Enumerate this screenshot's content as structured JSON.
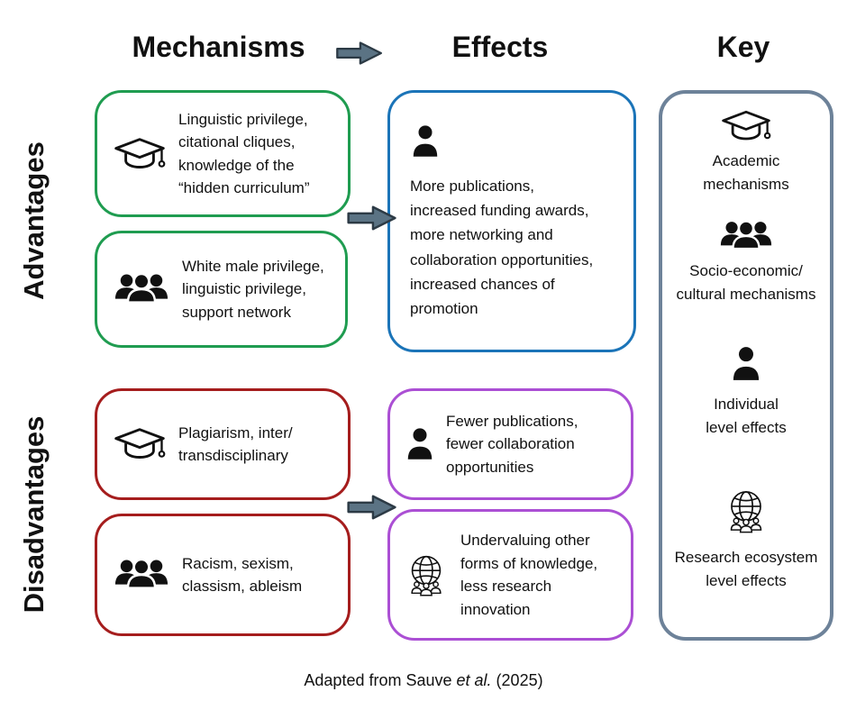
{
  "headers": {
    "mechanisms": "Mechanisms",
    "effects": "Effects",
    "key": "Key"
  },
  "row_labels": {
    "advantages": "Advantages",
    "disadvantages": "Disadvantages"
  },
  "advantages": {
    "mechanisms": [
      {
        "icon": "graduation-cap",
        "text": "Linguistic privilege,\ncitational cliques,\nknowledge of the\n“hidden curriculum”"
      },
      {
        "icon": "people-group",
        "text": "White male privilege,\nlinguistic privilege,\nsupport network"
      }
    ],
    "effects": [
      {
        "icon": "person",
        "text": "More publications,\nincreased funding awards,\nmore networking and\ncollaboration opportunities,\nincreased chances of\npromotion"
      }
    ]
  },
  "disadvantages": {
    "mechanisms": [
      {
        "icon": "graduation-cap",
        "text": "Plagiarism, inter/\ntransdisciplinary"
      },
      {
        "icon": "people-group",
        "text": "Racism, sexism,\nclassism, ableism"
      }
    ],
    "effects": [
      {
        "icon": "person",
        "text": "Fewer publications,\nfewer collaboration\nopportunities"
      },
      {
        "icon": "globe-people",
        "text": "Undervaluing other\nforms of knowledge,\nless research\ninnovation"
      }
    ]
  },
  "key": {
    "items": [
      {
        "icon": "graduation-cap",
        "label": "Academic\nmechanisms"
      },
      {
        "icon": "people-group",
        "label": "Socio-economic/\ncultural mechanisms"
      },
      {
        "icon": "person",
        "label": "Individual\nlevel effects"
      },
      {
        "icon": "globe-people",
        "label": "Research ecosystem\nlevel effects"
      }
    ]
  },
  "caption": {
    "prefix": "Adapted from Sauve ",
    "italic": "et al.",
    "suffix": " (2025)"
  },
  "colors": {
    "advantage_mechanism_border": "#1f9c50",
    "advantage_effect_border": "#1b74b8",
    "disadvantage_mechanism_border": "#a51d1d",
    "disadvantage_effect_border": "#ab4fd4",
    "key_border": "#6d8299",
    "arrow_fill": "#5b7384",
    "arrow_stroke": "#2c3a45",
    "icon_color": "#111111",
    "background": "#ffffff"
  }
}
